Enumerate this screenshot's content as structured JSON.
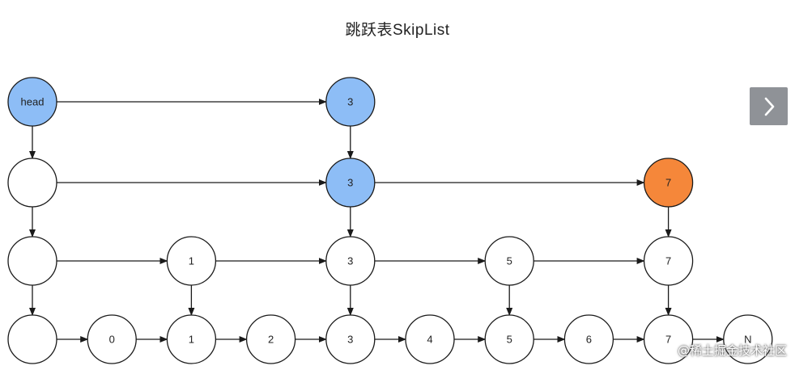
{
  "title": "跳跃表SkipList",
  "watermark": "@稀土掘金技术社区",
  "colors": {
    "blue_fill": "#8dbdf6",
    "orange_fill": "#f5873a",
    "white_fill": "#ffffff",
    "stroke": "#1a1a1a",
    "button_bg": "#8f9297"
  },
  "icons": {
    "next": "chevron-right-icon"
  },
  "levels": [
    {
      "level": 3,
      "nodes": [
        {
          "col": 0,
          "label": "head",
          "fill": "blue"
        },
        {
          "col": 4,
          "label": "3",
          "fill": "blue"
        }
      ]
    },
    {
      "level": 2,
      "nodes": [
        {
          "col": 0,
          "label": "",
          "fill": "white"
        },
        {
          "col": 4,
          "label": "3",
          "fill": "blue"
        },
        {
          "col": 8,
          "label": "7",
          "fill": "orange"
        }
      ]
    },
    {
      "level": 1,
      "nodes": [
        {
          "col": 0,
          "label": "",
          "fill": "white"
        },
        {
          "col": 2,
          "label": "1",
          "fill": "white"
        },
        {
          "col": 4,
          "label": "3",
          "fill": "white"
        },
        {
          "col": 6,
          "label": "5",
          "fill": "white"
        },
        {
          "col": 8,
          "label": "7",
          "fill": "white"
        }
      ]
    },
    {
      "level": 0,
      "nodes": [
        {
          "col": 0,
          "label": "",
          "fill": "white"
        },
        {
          "col": 1,
          "label": "0",
          "fill": "white"
        },
        {
          "col": 2,
          "label": "1",
          "fill": "white"
        },
        {
          "col": 3,
          "label": "2",
          "fill": "white"
        },
        {
          "col": 4,
          "label": "3",
          "fill": "white"
        },
        {
          "col": 5,
          "label": "4",
          "fill": "white"
        },
        {
          "col": 6,
          "label": "5",
          "fill": "white"
        },
        {
          "col": 7,
          "label": "6",
          "fill": "white"
        },
        {
          "col": 8,
          "label": "7",
          "fill": "white"
        },
        {
          "col": 9,
          "label": "N",
          "fill": "white"
        }
      ]
    }
  ]
}
